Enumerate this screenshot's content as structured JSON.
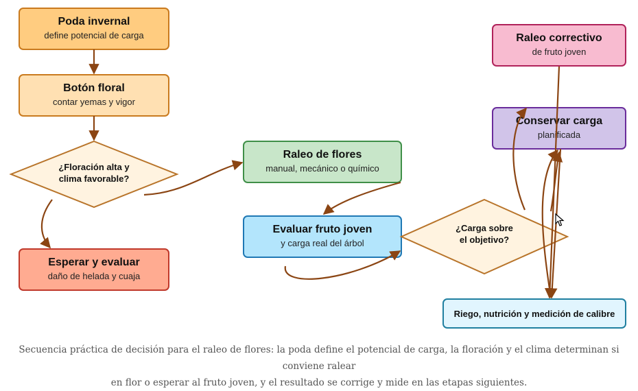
{
  "nodes": {
    "poda": {
      "title": "Poda invernal",
      "sub": "define potencial de carga"
    },
    "boton": {
      "title": "Botón floral",
      "sub": "contar yemas y vigor"
    },
    "floracion": {
      "line1": "¿Floración alta y",
      "line2": "clima favorable?"
    },
    "esperar": {
      "title": "Esperar y evaluar",
      "sub": "daño de helada y cuaja"
    },
    "raleo_flores": {
      "title": "Raleo de flores",
      "sub": "manual, mecánico o químico"
    },
    "evaluar": {
      "title": "Evaluar fruto joven",
      "sub": "y carga real del árbol"
    },
    "carga": {
      "line1": "¿Carga sobre",
      "line2": "el objetivo?"
    },
    "raleo_correctivo": {
      "title": "Raleo correctivo",
      "sub": "de fruto joven"
    },
    "conservar": {
      "title": "Conservar carga",
      "sub": "planificada"
    },
    "riego": {
      "title": "Riego, nutrición y medición de calibre"
    }
  },
  "caption": {
    "line1": "Secuencia práctica de decisión para el raleo de flores: la poda define el potencial de carga, la floración y el clima determinan si conviene ralear",
    "line2": "en flor o esperar al fruto joven, y el resultado se corrige y mide en las etapas siguientes."
  },
  "colors": {
    "edge": "#8b4513",
    "poda_fill": "#ffcc80",
    "poda_stroke": "#c97a1e",
    "boton_fill": "#ffe0b2",
    "boton_stroke": "#c97a1e",
    "diamond_fill": "#fff3e0",
    "diamond_stroke": "#b8742a",
    "esperar_fill": "#ffab91",
    "esperar_stroke": "#c0392b",
    "raleo_flores_fill": "#c8e6c9",
    "raleo_flores_stroke": "#3f8f48",
    "evaluar_fill": "#b3e5fc",
    "evaluar_stroke": "#1f78b4",
    "raleo_correctivo_fill": "#f8bbd0",
    "raleo_correctivo_stroke": "#b0225a",
    "conservar_fill": "#d1c4e9",
    "conservar_stroke": "#6a2c9b",
    "riego_fill": "#e1f5fe",
    "riego_stroke": "#1f7fa0"
  }
}
